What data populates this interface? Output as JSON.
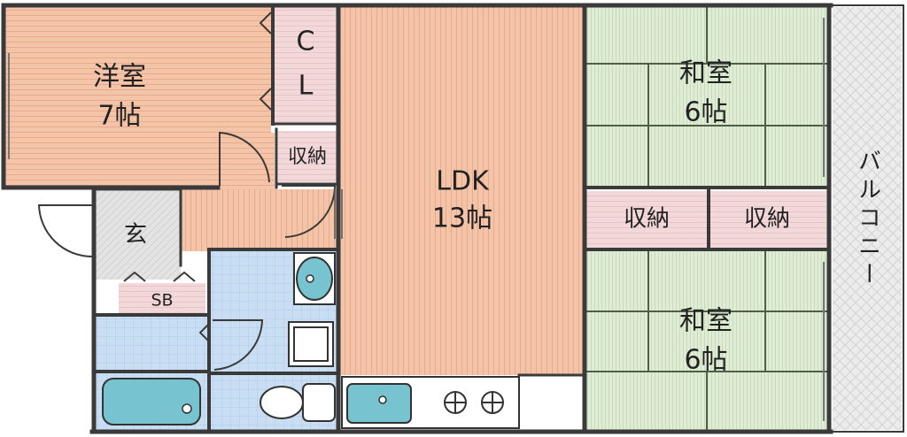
{
  "rooms": {
    "western_room": {
      "name": "洋室",
      "size": "7帖"
    },
    "closet": {
      "label_c": "C",
      "label_l": "L"
    },
    "storage_small": {
      "label": "収納"
    },
    "ldk": {
      "name": "LDK",
      "size": "13帖"
    },
    "japanese_room_1": {
      "name": "和室",
      "size": "6帖"
    },
    "japanese_room_2": {
      "name": "和室",
      "size": "6帖"
    },
    "storage_1": {
      "label": "収納"
    },
    "storage_2": {
      "label": "収納"
    },
    "entrance": {
      "label": "玄"
    },
    "shoe_box": {
      "label": "SB"
    },
    "balcony": {
      "label": "バルコニー"
    }
  },
  "colors": {
    "wood_floor": "#f4c4a8",
    "tatami": "#dfedd5",
    "tatami_lines": "#5a6b50",
    "storage": "#f2d8d8",
    "wet_area": "#c9def2",
    "fixture": "#77c3cf",
    "balcony": "#e9e9e9",
    "wall": "#333333"
  }
}
